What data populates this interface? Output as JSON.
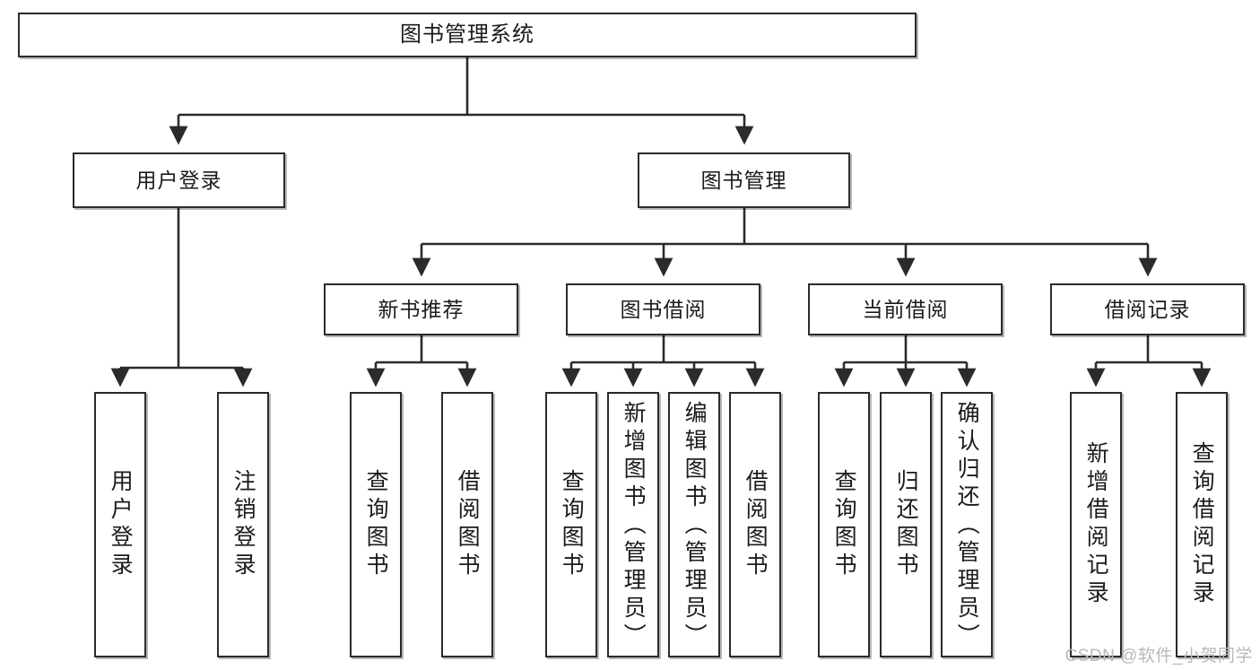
{
  "diagram": {
    "title": "图书管理系统",
    "type": "tree-hierarchy",
    "root": {
      "label": "图书管理系统"
    },
    "level2": [
      {
        "label": "用户登录"
      },
      {
        "label": "图书管理"
      }
    ],
    "level3": [
      {
        "label": "新书推荐"
      },
      {
        "label": "图书借阅"
      },
      {
        "label": "当前借阅"
      },
      {
        "label": "借阅记录"
      }
    ],
    "leaves": [
      {
        "label": "用户登录"
      },
      {
        "label": "注销登录"
      },
      {
        "label": "查询图书"
      },
      {
        "label": "借阅图书"
      },
      {
        "label": "查询图书"
      },
      {
        "label": "新增图书（管理员）"
      },
      {
        "label": "编辑图书（管理员）"
      },
      {
        "label": "借阅图书"
      },
      {
        "label": "查询图书"
      },
      {
        "label": "归还图书"
      },
      {
        "label": "确认归还（管理员）"
      },
      {
        "label": "新增借阅记录"
      },
      {
        "label": "查询借阅记录"
      }
    ],
    "colors": {
      "stroke": "#2b2b2b",
      "fill": "#ffffff",
      "text": "#1b1b1b",
      "watermark": "#b9b9b9"
    }
  },
  "watermark": {
    "text": "CSDN @软件_小贺同学"
  }
}
